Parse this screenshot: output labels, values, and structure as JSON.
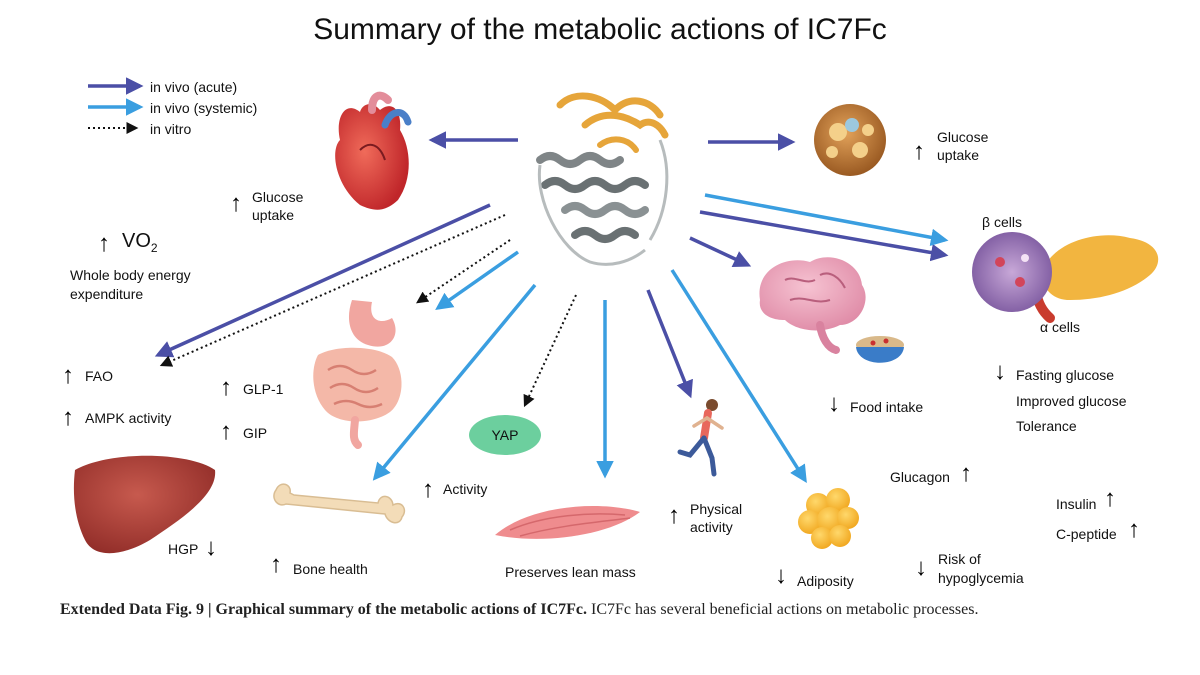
{
  "title": "Summary of the metabolic actions of IC7Fc",
  "legend": [
    {
      "label": "in vivo (acute)",
      "color": "#4b4fa6",
      "style": "solid"
    },
    {
      "label": "in vivo (systemic)",
      "color": "#3a9ee0",
      "style": "solid"
    },
    {
      "label": "in vitro",
      "color": "#111111",
      "style": "dotted"
    }
  ],
  "labels": {
    "heart_glucose": "Glucose",
    "heart_uptake": "uptake",
    "vo2": "VO",
    "vo2_sub": "2",
    "energy_line1": "Whole body energy",
    "energy_line2": "expenditure",
    "fao": "FAO",
    "ampk": "AMPK activity",
    "glp1": "GLP-1",
    "gip": "GIP",
    "hgp": "HGP",
    "bone_activity": "Activity",
    "bone_health": "Bone health",
    "yap": "YAP",
    "lean_mass": "Preserves lean mass",
    "physical_line1": "Physical",
    "physical_line2": "activity",
    "food_intake": "Food intake",
    "adiposity": "Adiposity",
    "hypo_line1": "Risk of",
    "hypo_line2": "hypoglycemia",
    "glucagon": "Glucagon",
    "beta_cells": "β cells",
    "alpha_cells": "α cells",
    "fasting_glucose": "Fasting glucose",
    "improved_glucose": "Improved glucose",
    "tolerance": "Tolerance",
    "insulin": "Insulin",
    "c_peptide": "C-peptide",
    "fat_glucose": "Glucose",
    "fat_uptake": "uptake"
  },
  "caption": {
    "bold": "Extended Data Fig. 9 | Graphical summary of the metabolic actions of IC7Fc.",
    "text": " IC7Fc has several beneficial actions on metabolic processes."
  },
  "icons": {
    "up": "↑",
    "down": "↓"
  },
  "colors": {
    "acute": "#4b4fa6",
    "systemic": "#3a9ee0",
    "in_vitro": "#111111",
    "yap_fill": "#6ccf9e"
  }
}
